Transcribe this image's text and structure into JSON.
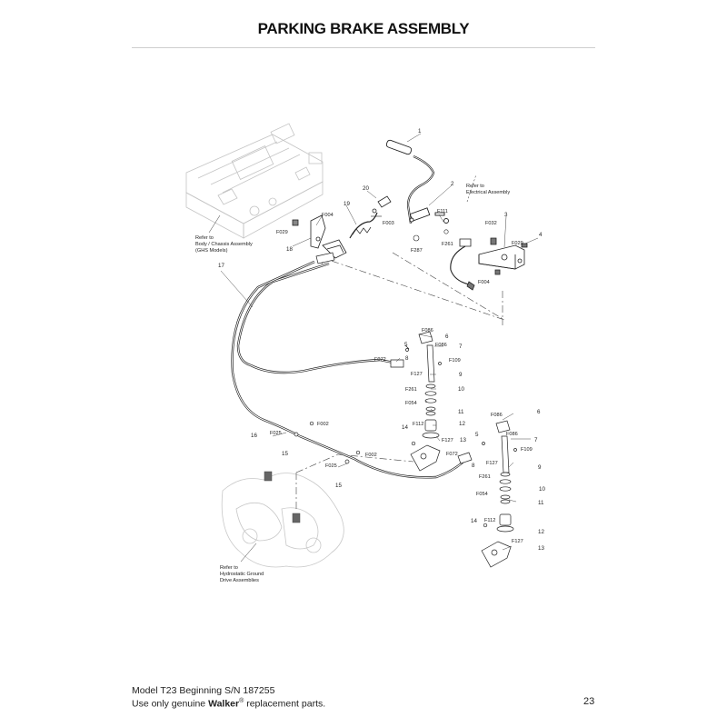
{
  "page": {
    "title": "PARKING BRAKE ASSEMBLY",
    "page_number": "23"
  },
  "footer": {
    "line1": "Model T23 Beginning S/N 187255",
    "line2_prefix": "Use only genuine ",
    "line2_brand": "Walker",
    "line2_reg": "®",
    "line2_suffix": " replacement parts."
  },
  "references": {
    "body_chassis": [
      "Refer to",
      "Body / Chassis Assembly",
      "(GHS Models)"
    ],
    "electrical": [
      "Refer to",
      "Electrical Assembly"
    ],
    "hydrostatic": [
      "Refer to",
      "Hydrostatic Ground",
      "Drive Assemblies"
    ]
  },
  "callouts": {
    "c1": "1",
    "c2": "2",
    "c3": "3",
    "c4": "4",
    "c17": "17",
    "c18": "18",
    "c19": "19",
    "c20": "20",
    "F004a": "F004",
    "F029a": "F029",
    "F003": "F003",
    "F111": "F111",
    "F287": "F287",
    "F261a": "F261",
    "F032": "F032",
    "F029b": "F029",
    "F004b": "F004",
    "F086a": "F086",
    "c6a": "6",
    "c5a": "5",
    "F086b": "F086",
    "c7a": "7",
    "F072a": "F072",
    "F109a": "F109",
    "c8a": "8",
    "F127a": "F127",
    "c9a": "9",
    "F261b": "F261",
    "c10a": "10",
    "F054a": "F054",
    "c11a": "11",
    "c14a": "14",
    "F112a": "F112",
    "c12a": "12",
    "F127b": "F127",
    "c13a": "13",
    "c16": "16",
    "F025a": "F025",
    "c15a": "15",
    "F002a": "F002",
    "F002b": "F002",
    "F025b": "F025",
    "c15b": "15",
    "F072b": "F072",
    "c5b": "5",
    "c8b": "8",
    "F127c": "F127",
    "F261c": "F261",
    "F086c": "F086",
    "c6b": "6",
    "F086d": "F086",
    "c7b": "7",
    "F109b": "F109",
    "c9b": "9",
    "F054b": "F054",
    "c10b": "10",
    "c11b": "11",
    "c14b": "14",
    "F112b": "F112",
    "c12b": "12",
    "F127d": "F127",
    "c13b": "13"
  }
}
